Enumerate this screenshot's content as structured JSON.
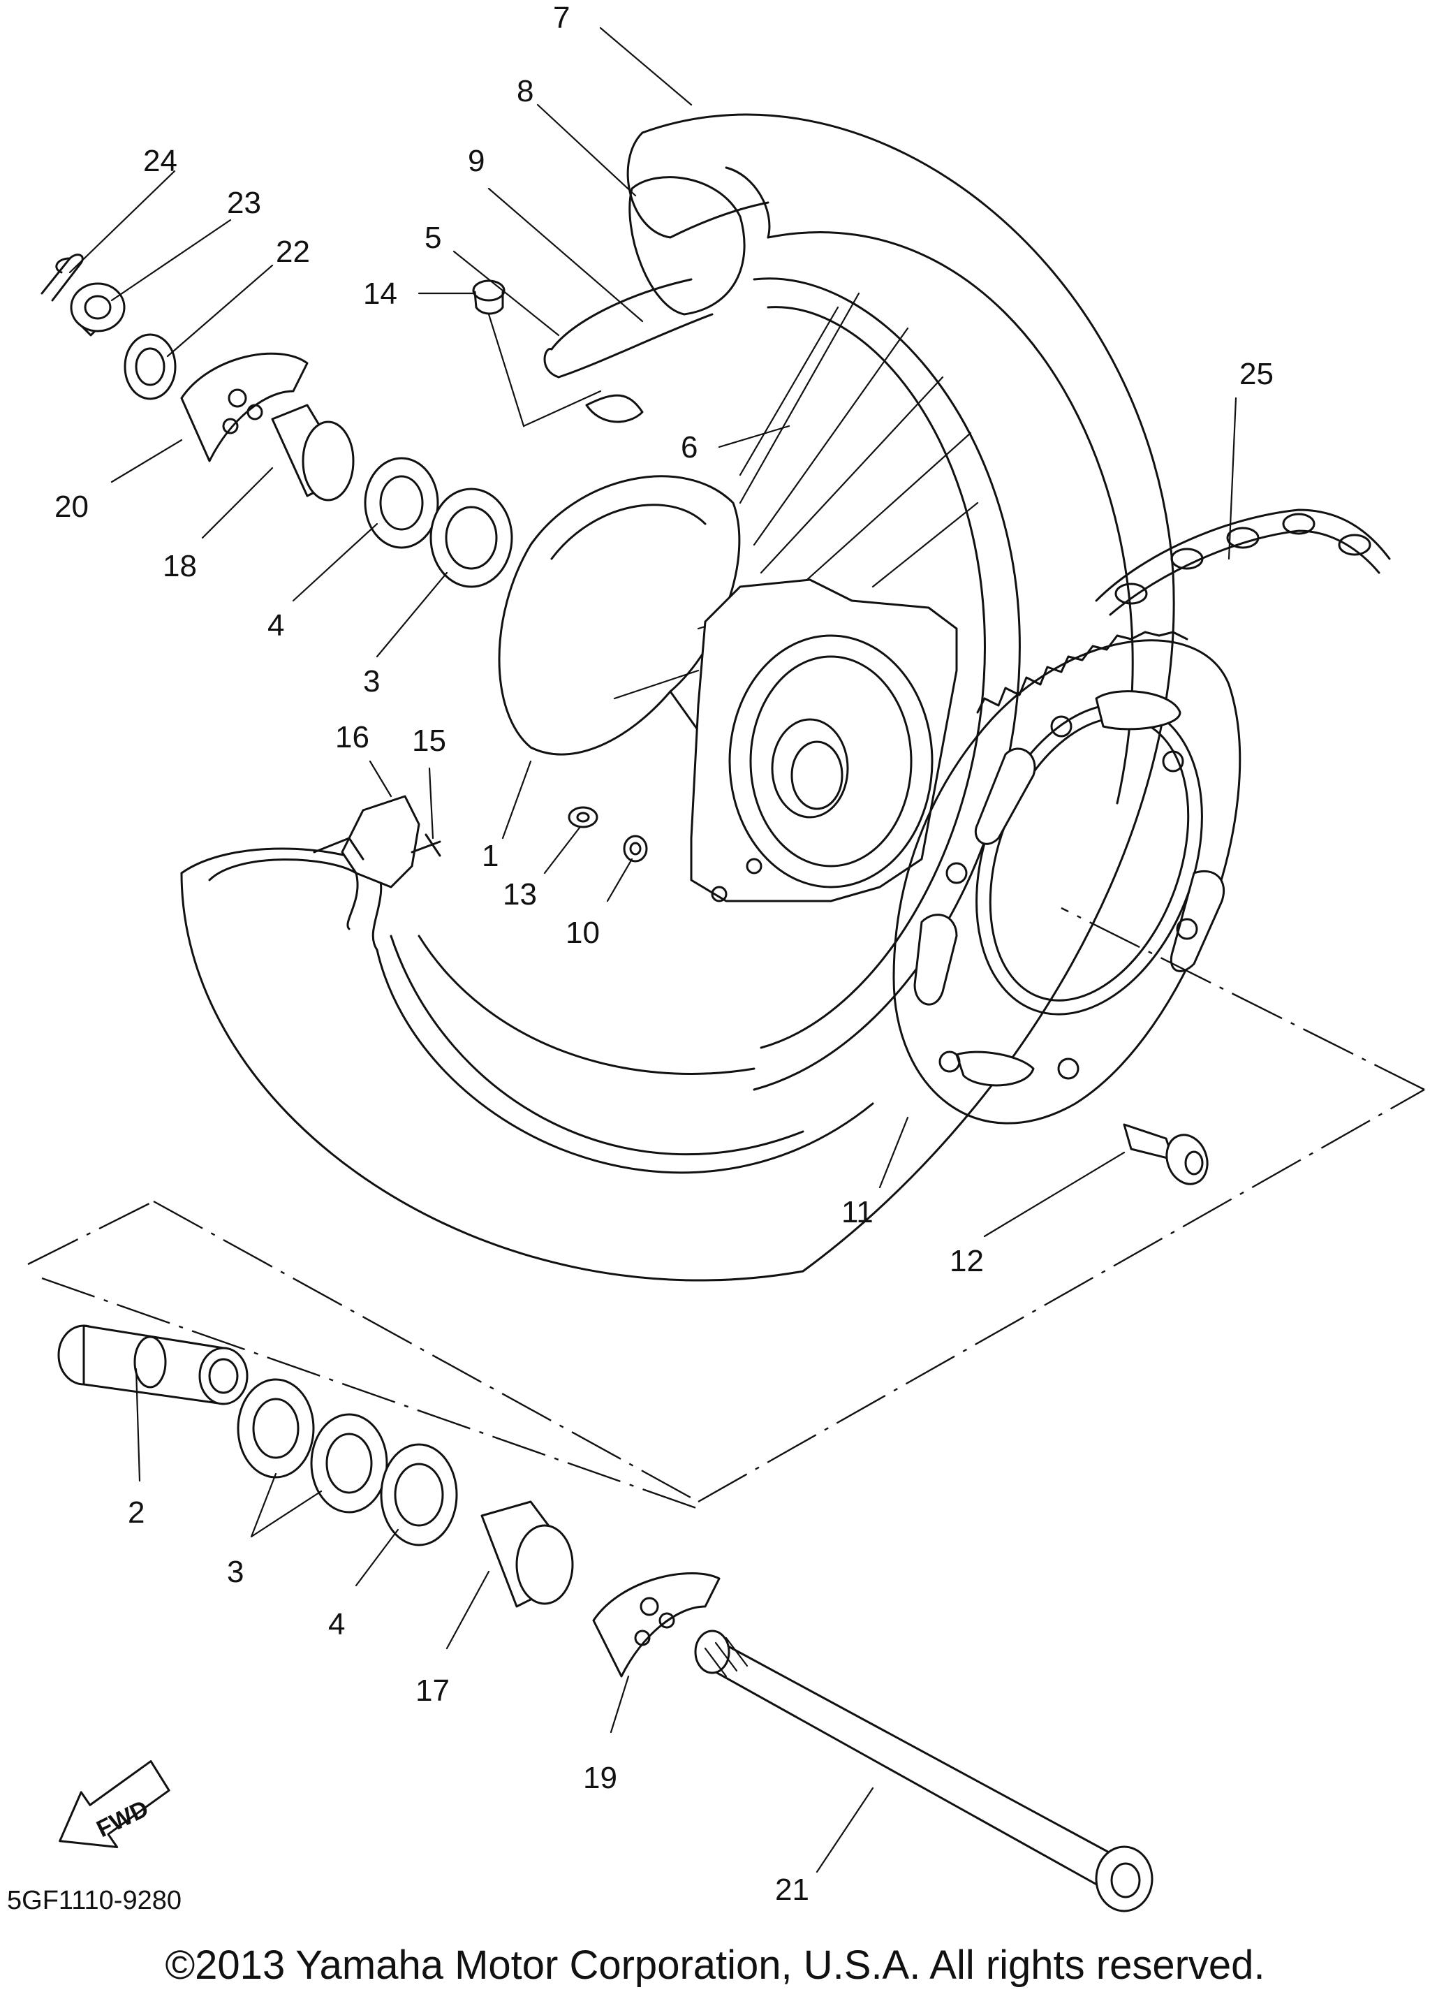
{
  "diagram": {
    "callouts": [
      "1",
      "2",
      "3",
      "3",
      "4",
      "4",
      "5",
      "6",
      "7",
      "8",
      "9",
      "10",
      "11",
      "12",
      "13",
      "14",
      "15",
      "16",
      "17",
      "18",
      "19",
      "20",
      "21",
      "22",
      "23",
      "24",
      "25"
    ],
    "fwd_label": "FWD"
  },
  "footer": {
    "doc_code": "5GF1110-9280",
    "copyright": "©2013 Yamaha Motor Corporation, U.S.A. All rights reserved."
  }
}
